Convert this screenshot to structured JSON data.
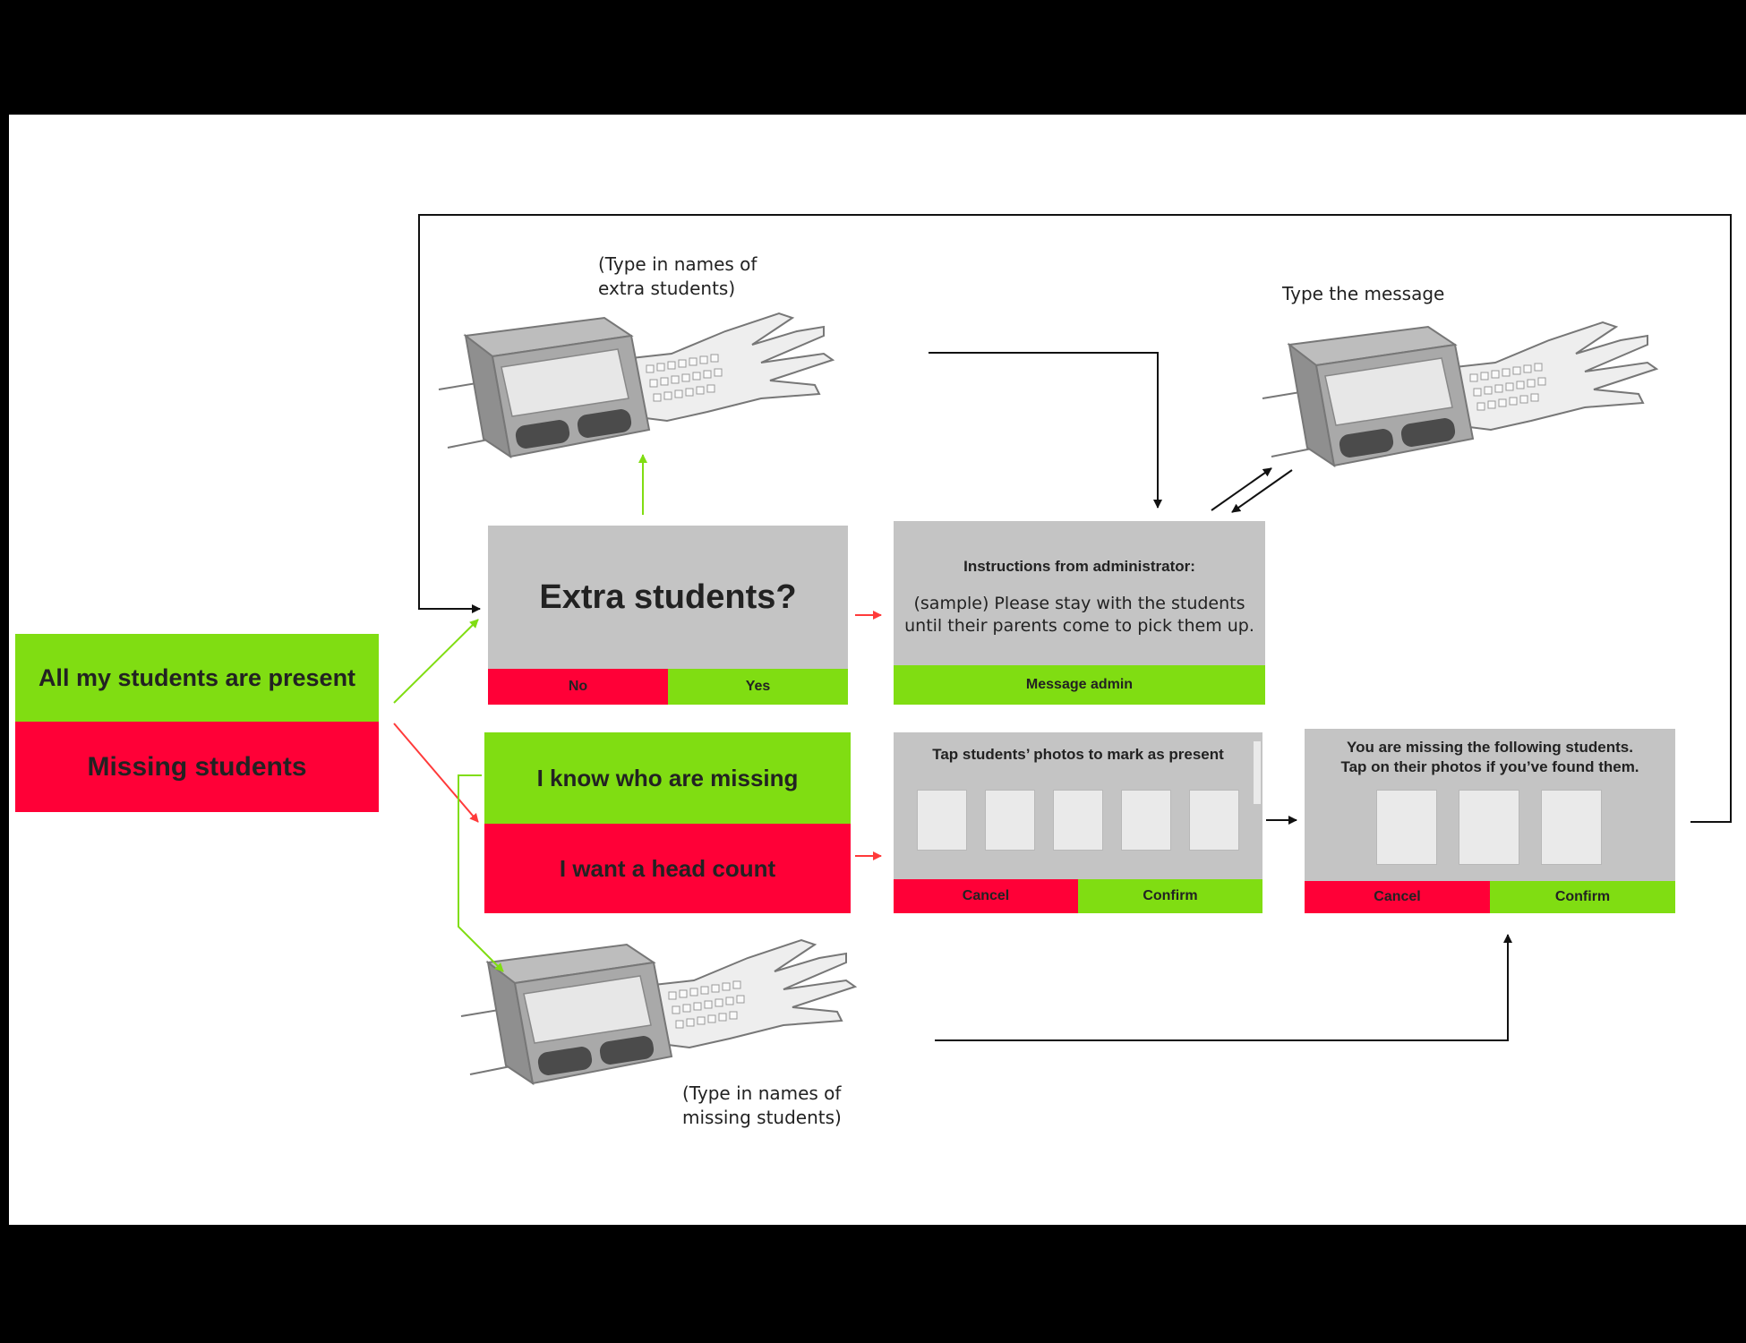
{
  "colors": {
    "green": "#80dd12",
    "red": "#ff0037",
    "screen_grey": "#c4c4c4",
    "arrow_dark": "#111111"
  },
  "start": {
    "present_label": "All my students are present",
    "missing_label": "Missing students"
  },
  "extra_screen": {
    "question": "Extra students?",
    "no_label": "No",
    "yes_label": "Yes"
  },
  "admin_screen": {
    "title": "Instructions from administrator:",
    "body": "(sample) Please stay with the students\nuntil their parents come to pick them up.",
    "message_label": "Message admin"
  },
  "missing_choice": {
    "know_label": "I know who are missing",
    "headcount_label": "I want a head count"
  },
  "tap_screen": {
    "title": "Tap students’ photos to mark as present",
    "cancel_label": "Cancel",
    "confirm_label": "Confirm"
  },
  "missing_screen": {
    "title": "You are missing the following students.\nTap on their photos if you’ve found them.",
    "cancel_label": "Cancel",
    "confirm_label": "Confirm"
  },
  "notes": {
    "extra_typing": "(Type in names of\nextra students)",
    "message_typing": "Type the message",
    "missing_typing": "(Type in names of\nmissing students)"
  },
  "icons": [
    "wrist-device-hand-icon",
    "wrist-device-hand-icon",
    "wrist-device-hand-icon"
  ]
}
